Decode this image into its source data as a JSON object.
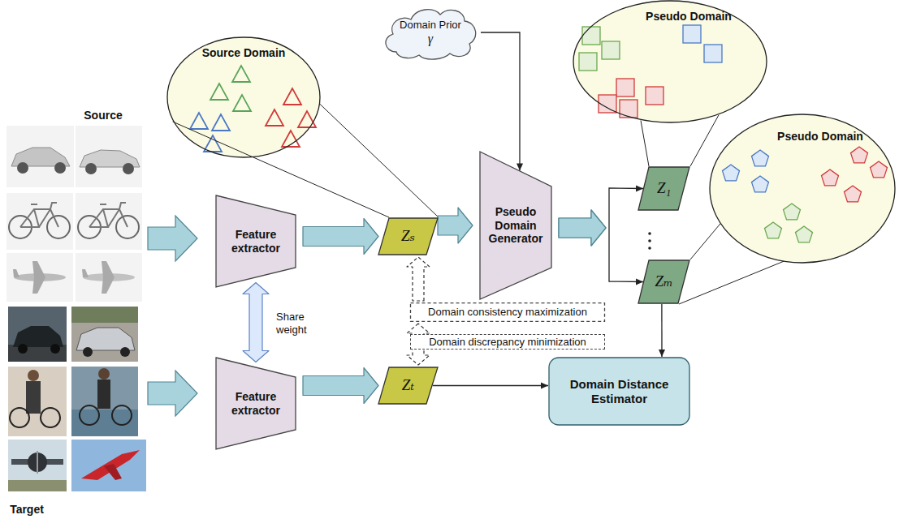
{
  "diagram": {
    "nodes": [
      {
        "text": [
          "Source Domain"
        ]
      },
      {
        "text": [
          "Pseudo Domain"
        ]
      },
      {
        "text": [
          "Domain Prior",
          "γ"
        ]
      },
      {
        "text": [
          "Pseudo Domain"
        ]
      },
      {
        "text": [
          "Feature extractor"
        ]
      },
      {
        "text": [
          "Zₛ"
        ]
      },
      {
        "text": [
          "Pseudo Domain Generator"
        ]
      },
      {
        "text": [
          "Z₁"
        ]
      },
      {
        "text": [
          "Domain consistency maximization"
        ]
      },
      {
        "text": [
          "Zₘ"
        ]
      },
      {
        "text": [
          "Feature extractor"
        ]
      },
      {
        "text": [
          "Zₜ"
        ]
      },
      {
        "text": [
          "Domain Distance Estimator"
        ]
      }
    ],
    "edges": [
      {
        "from": 0,
        "to": 5,
        "arrow": "none"
      },
      {
        "from": 1,
        "to": 7,
        "arrow": "none"
      },
      {
        "from": 3,
        "to": 9,
        "arrow": "none"
      },
      {
        "from": 2,
        "to": 6,
        "arrow": "to"
      },
      {
        "from": 4,
        "to": 5,
        "arrow": "to"
      },
      {
        "from": 5,
        "to": 6,
        "arrow": "to"
      },
      {
        "from": 6,
        "to": 7,
        "arrow": "to"
      },
      {
        "from": 6,
        "to": 9,
        "arrow": "to"
      },
      {
        "from": 4,
        "to": 10,
        "label": "Share weight",
        "arrow": "both"
      },
      {
        "from": 8,
        "to": 5,
        "arrow": "to"
      },
      {
        "from": 8,
        "to": 11,
        "label": "Domain discrepancy minimization",
        "arrow": "both"
      },
      {
        "from": 10,
        "to": 11,
        "arrow": "to"
      },
      {
        "from": 9,
        "to": 12,
        "arrow": "to"
      },
      {
        "from": 11,
        "to": 12,
        "arrow": "to"
      }
    ],
    "labels": [
      "Source",
      "Target"
    ]
  }
}
